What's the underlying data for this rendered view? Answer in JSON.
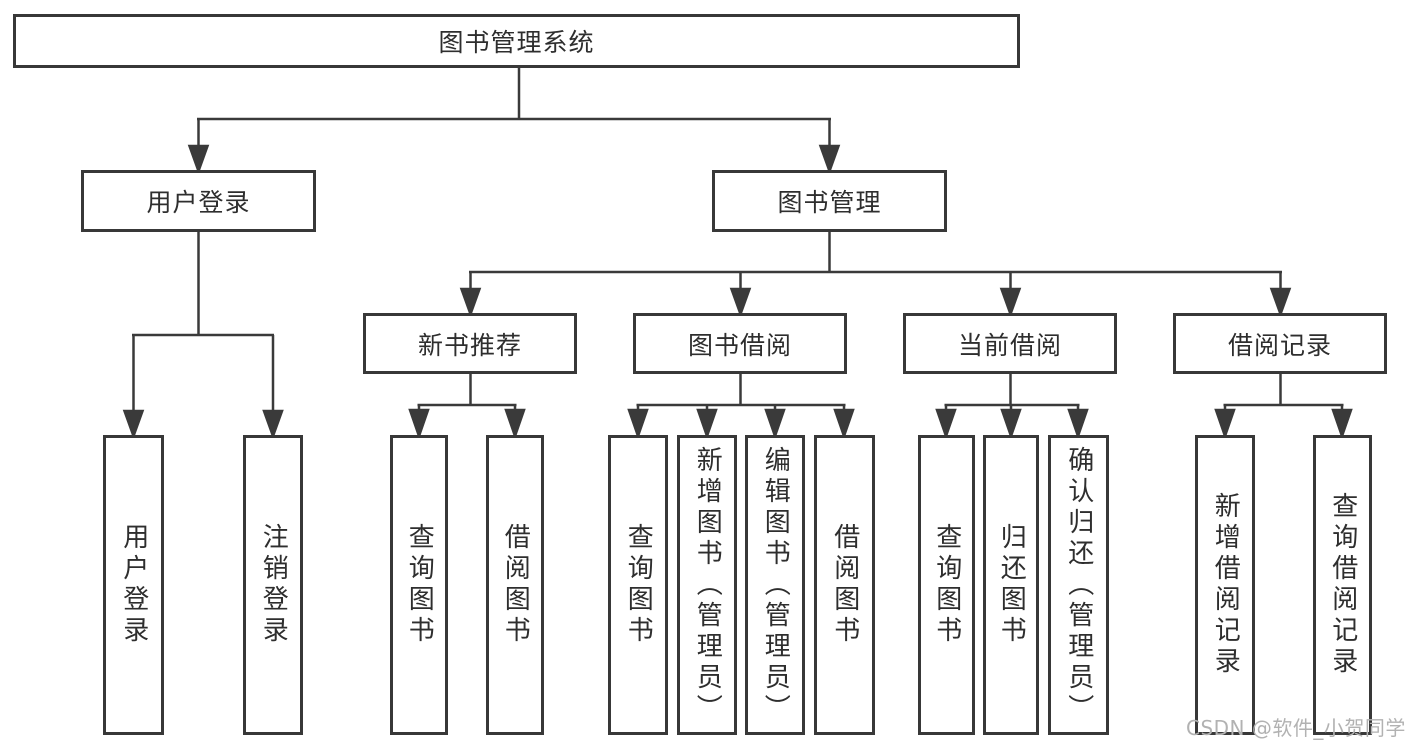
{
  "nodes": {
    "root": "图书管理系统",
    "l1": [
      "用户登录",
      "图书管理"
    ],
    "l2": [
      "新书推荐",
      "图书借阅",
      "当前借阅",
      "借阅记录"
    ],
    "leaves": [
      "用户登录",
      "注销登录",
      "查询图书",
      "借阅图书",
      "查询图书",
      "新增图书（管理员）",
      "编辑图书（管理员）",
      "借阅图书",
      "查询图书",
      "归还图书",
      "确认归还（管理员）",
      "新增借阅记录",
      "查询借阅记录"
    ]
  },
  "watermark": "CSDN @软件_小贺同学",
  "colors": {
    "line": "#3a3a3a",
    "box_border": "#383838",
    "text": "#2e2e2e",
    "watermark": "#b2b2b2",
    "background": "#ffffff"
  }
}
